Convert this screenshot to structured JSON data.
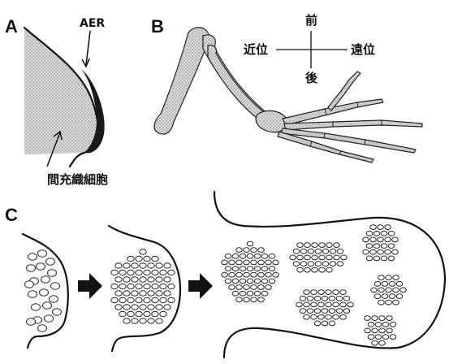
{
  "panels": {
    "a": {
      "label": "A",
      "aer_label": "AER",
      "mesenchyme_label": "間充織細胞"
    },
    "b": {
      "label": "B",
      "axis": {
        "anterior": "前",
        "posterior": "後",
        "proximal": "近位",
        "distal": "遠位"
      }
    },
    "c": {
      "label": "C"
    }
  },
  "colors": {
    "outline": "#111111",
    "stipple": "#9a9a9a",
    "aer": "#1a1a1a"
  }
}
